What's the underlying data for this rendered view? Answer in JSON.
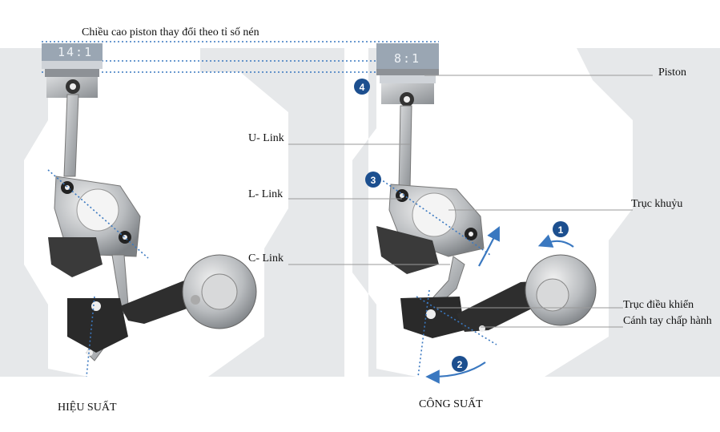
{
  "title": "Chiều cao piston thay đổi theo tỉ số nén",
  "left_panel": {
    "ratio": "14:1",
    "caption": "HIỆU SUẤT"
  },
  "right_panel": {
    "ratio": "8:1",
    "caption": "CÔNG SUẤT"
  },
  "labels": {
    "piston": "Piston",
    "u_link": "U- Link",
    "l_link": "L- Link",
    "c_link": "C- Link",
    "crankshaft": "Trục khuỷu",
    "control_shaft": "Trục điều khiển",
    "actuator_arm": "Cánh tay chấp hành"
  },
  "markers": [
    "1",
    "2",
    "3",
    "4"
  ],
  "colors": {
    "accent": "#1f5fa8",
    "marker": "#1c4f8f",
    "dotted": "#3a78c0",
    "block": "#e6e8ea"
  }
}
